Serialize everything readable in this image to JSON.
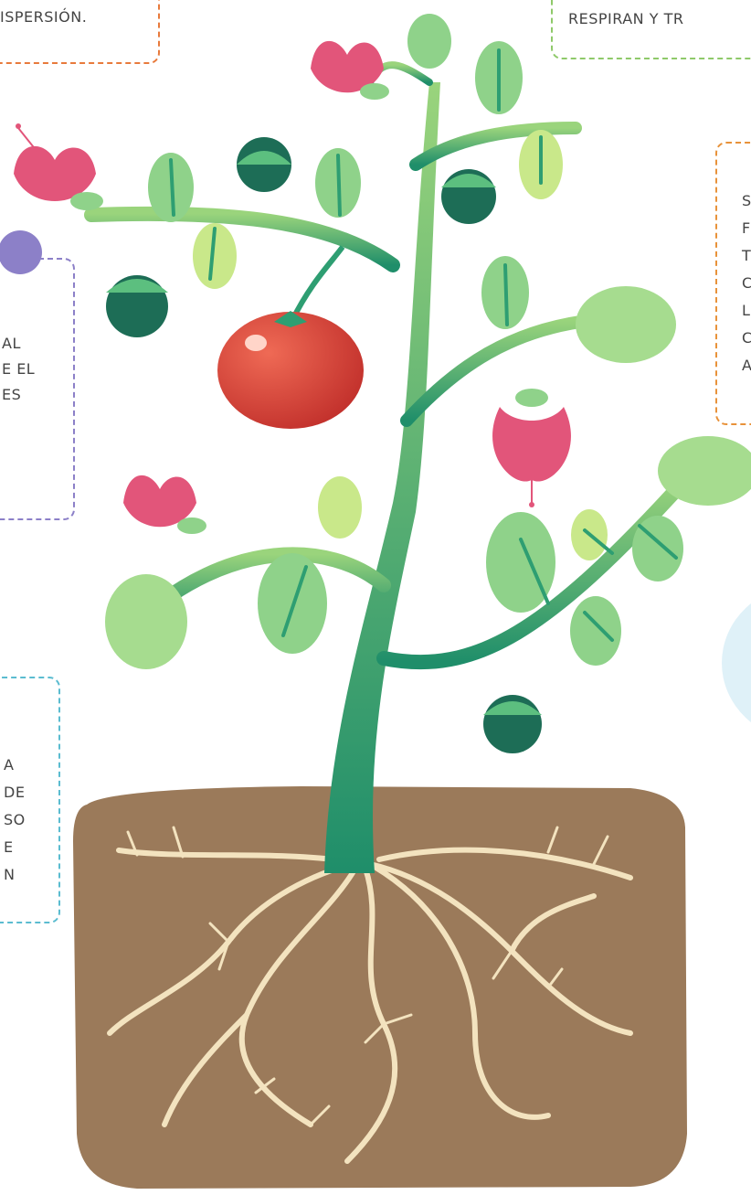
{
  "boxes": {
    "top_left": {
      "lines": [
        "ISPERSIÓN."
      ],
      "color": "#e87a3c"
    },
    "top_right": {
      "lines": [
        "RESPIRAN Y TR"
      ],
      "color": "#8fc96a"
    },
    "right_mid": {
      "lines": [
        "S",
        "F",
        "T",
        "C",
        "L",
        "C",
        "A"
      ],
      "color": "#e8923a"
    },
    "left_mid": {
      "lines": [
        "AL",
        "E EL",
        "ES"
      ],
      "color": "#8c80c8"
    },
    "left_low": {
      "lines": [
        "A",
        "DE",
        "SO",
        "E",
        "N"
      ],
      "color": "#5bbcd0"
    }
  },
  "colors": {
    "stem": "#2e9e72",
    "leaf": "#8fd28a",
    "soil": "#9b7a5a",
    "root": "#f3e3bf",
    "flower": "#e2557a",
    "tomato": "#d93c34",
    "bud": "#1d6d56",
    "bubble": "#dff1f8",
    "purple_circle": "#8c80c8"
  }
}
